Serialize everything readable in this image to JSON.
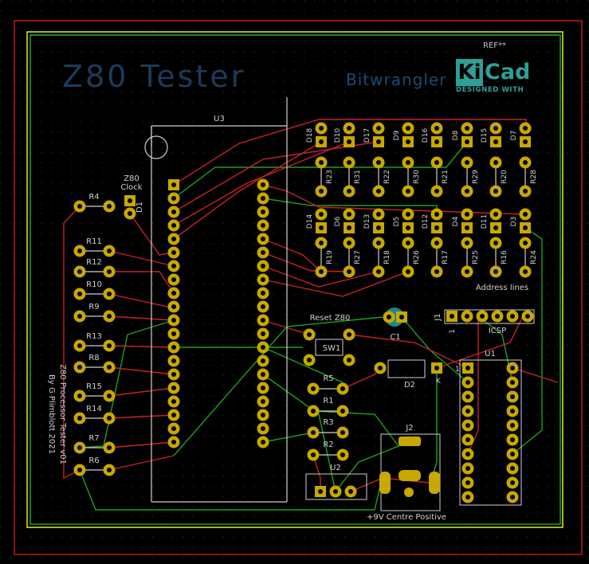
{
  "board": {
    "title": "Z80 Tester",
    "author_label": "Bitwrangler",
    "ref_label": "REF**",
    "logo": {
      "mark": "Ki",
      "word": "Cad",
      "tagline": "DESIGNED WITH"
    },
    "side_text": [
      "Z80 Processor Tester v01",
      "By G Plimblott 2021"
    ],
    "power_label": "+9V Centre Positive"
  },
  "components": {
    "u3": "U3",
    "u1": "U1",
    "u2": "U2",
    "j1": "J1",
    "j2": "J2",
    "c1": "C1",
    "d1": "D1",
    "d2": "D2",
    "sw1": "SW1",
    "z80_clock": [
      "Z80",
      "Clock"
    ],
    "reset_label": "Reset Z80",
    "icsp_label": "ICSP",
    "address_lines_label": "Address lines",
    "pin_one": "1",
    "k_label": "K",
    "left_resistors": [
      "R4",
      "R11",
      "R12",
      "R10",
      "R9",
      "R13",
      "R8",
      "R15",
      "R14",
      "R7",
      "R6"
    ],
    "mid_resistors": [
      "R5",
      "R1",
      "R3",
      "R2"
    ],
    "top_leds": [
      "D18",
      "D10",
      "D17",
      "D9",
      "D16",
      "D8",
      "D15",
      "D7"
    ],
    "top_res": [
      "R23",
      "R31",
      "R22",
      "R30",
      "R21",
      "R29",
      "R20",
      "R28"
    ],
    "bottom_leds": [
      "D14",
      "D6",
      "D13",
      "D5",
      "D12",
      "D4",
      "D11",
      "D3"
    ],
    "bottom_res": [
      "R19",
      "R27",
      "R18",
      "R26",
      "R17",
      "R25",
      "R16",
      "R24"
    ]
  },
  "colors": {
    "background": "#000000",
    "front_copper": "#c8202a",
    "back_copper": "#1ea01e",
    "edge_cuts": "#e8e830",
    "silkscreen": "#d0d0d0",
    "pad": "#c8a800",
    "courtyard": "#c01818"
  }
}
